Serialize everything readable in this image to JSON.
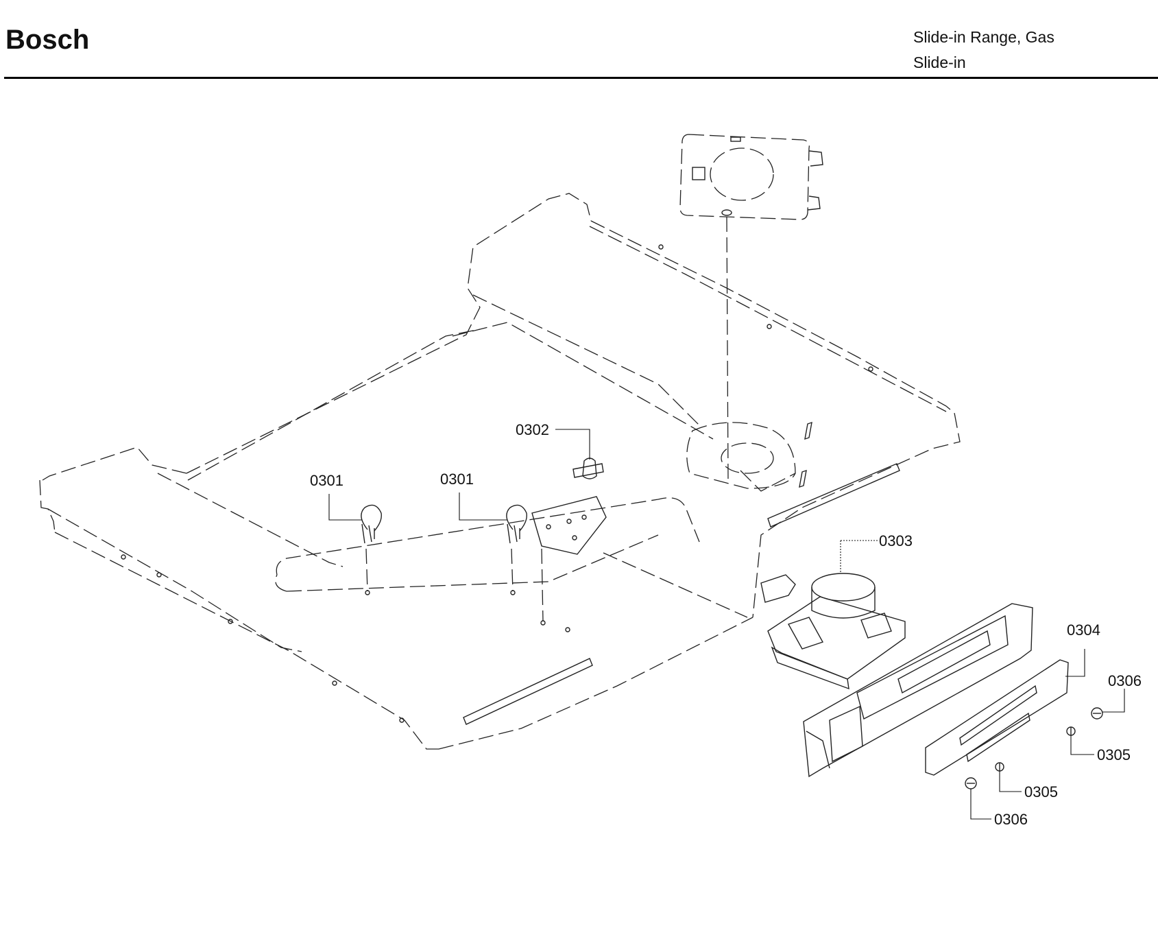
{
  "header": {
    "brand": "Bosch",
    "model_line1": "Slide-in Range, Gas",
    "model_line2": "Slide-in"
  },
  "callouts": [
    {
      "id": "c1",
      "text": "0301"
    },
    {
      "id": "c2",
      "text": "0301"
    },
    {
      "id": "c3",
      "text": "0302"
    },
    {
      "id": "c4",
      "text": "0303"
    },
    {
      "id": "c5",
      "text": "0304"
    },
    {
      "id": "c6",
      "text": "0306"
    },
    {
      "id": "c7",
      "text": "0305"
    },
    {
      "id": "c8",
      "text": "0305"
    },
    {
      "id": "c9",
      "text": "0306"
    }
  ]
}
